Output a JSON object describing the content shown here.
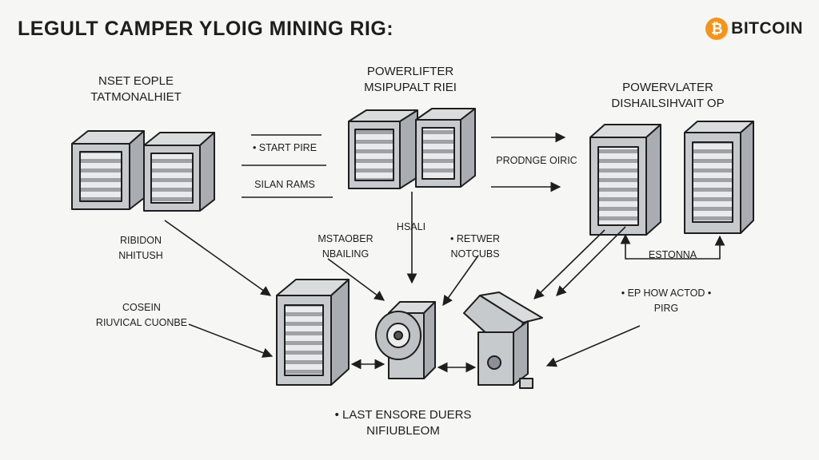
{
  "header": {
    "title": "LEGULT CAMPER YLOIG MINING RIG:",
    "brand_label": "BITCOIN",
    "brand_symbol": "₿",
    "brand_color": "#f7931a"
  },
  "labels": {
    "top_left": [
      "NSET EOPLE",
      "TATMONALHIET"
    ],
    "top_center": [
      "POWERLIFTER",
      "MSIPUPALT RIEI"
    ],
    "top_right": [
      "POWERVLATER",
      "DISHAILSIHVAIT OP"
    ],
    "start_pire": "• START PIRE",
    "silan_rams": "SILAN RAMS",
    "prodnge_oiric": "PRODNGE OIRIC",
    "hsali": "HSALI",
    "ribidon": [
      "RIBIDON",
      "NHITUSH"
    ],
    "mstaober": [
      "MSTAOBER",
      "NBAILING"
    ],
    "retwer": [
      "• RETWER",
      "NOTCUBS"
    ],
    "estonna": "ESTONNA",
    "cosein": [
      "COSEIN",
      "RIUVICAL CUONBE"
    ],
    "ep_how": [
      "• EP HOW ACTOD •",
      "PIRG"
    ],
    "bottom": [
      "• LAST ENSORE DUERS",
      "NIFIUBLEOM"
    ]
  },
  "icons": [
    "server-rack-icon",
    "fan-unit-icon",
    "power-supply-icon",
    "bitcoin-icon"
  ]
}
